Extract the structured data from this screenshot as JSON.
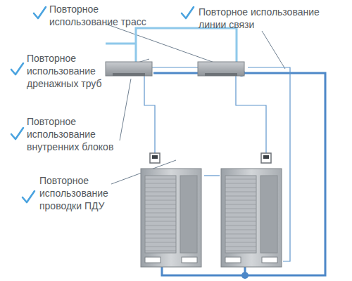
{
  "diagram": {
    "labels": [
      "Повторное использование трасс",
      "Повторное использование линии связи",
      "Повторное использование дренажных труб",
      "Повторное использование внутренних блоков",
      "Повторное использование проводки ПДУ"
    ]
  }
}
